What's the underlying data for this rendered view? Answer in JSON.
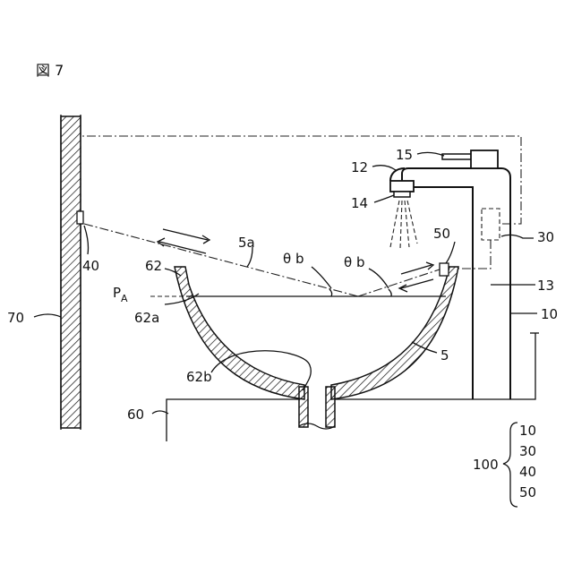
{
  "figure": {
    "title": "図 7",
    "labels": {
      "l15": "15",
      "l12": "12",
      "l14": "14",
      "l30": "30",
      "l13": "13",
      "l10": "10",
      "l40": "40",
      "l5a": "5a",
      "l62": "62",
      "theta1": "θ b",
      "theta2": "θ b",
      "l50": "50",
      "lPA": "P",
      "lPAsub": "A",
      "l62a": "62a",
      "l70": "70",
      "l5": "5",
      "l62b": "62b",
      "l60": "60",
      "l100": "100"
    },
    "group_100": [
      "10",
      "30",
      "40",
      "50"
    ]
  }
}
